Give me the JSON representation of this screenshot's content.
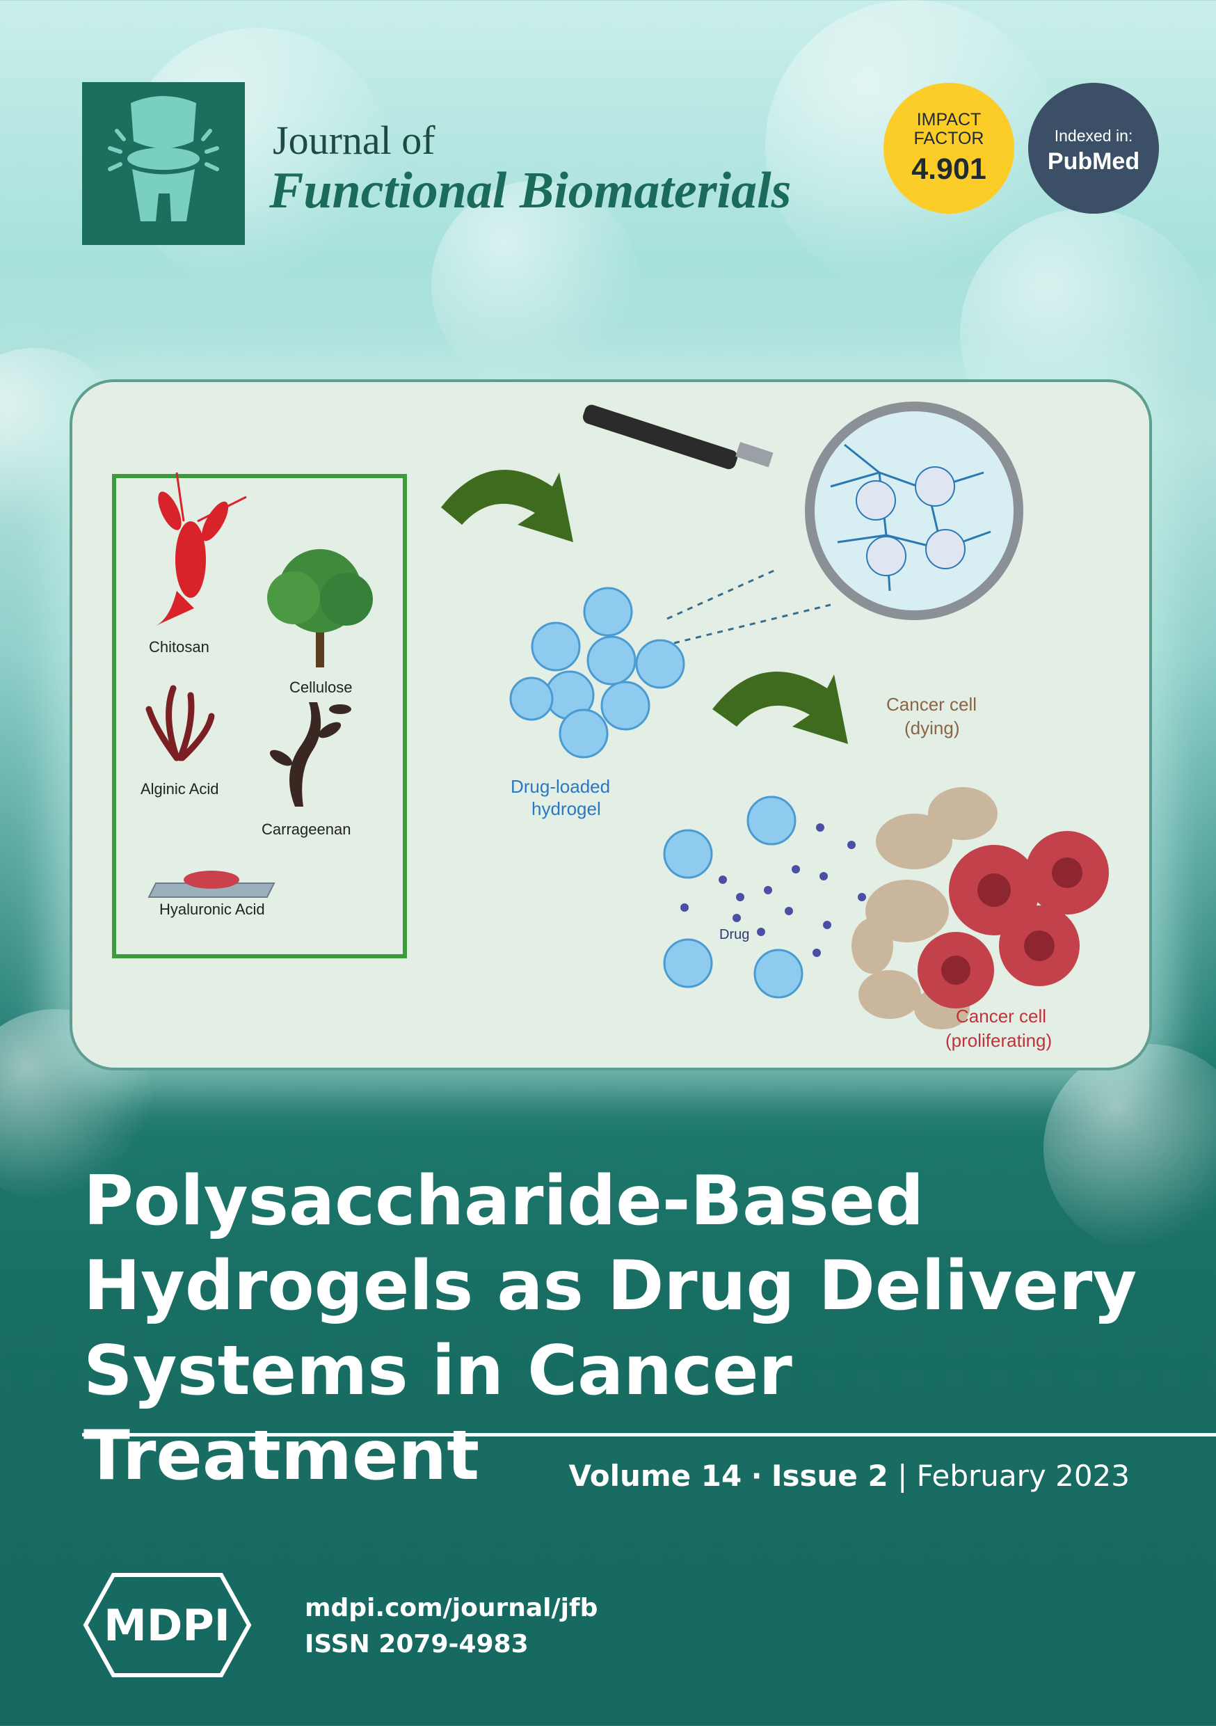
{
  "journal": {
    "line1": "Journal of",
    "line2": "Functional Biomaterials"
  },
  "badges": {
    "impact_label_1": "IMPACT",
    "impact_label_2": "FACTOR",
    "impact_value": "4.901",
    "indexed_label": "Indexed in:",
    "indexed_value": "PubMed"
  },
  "figure": {
    "sources": [
      "Chitosan",
      "Cellulose",
      "Alginic Acid",
      "Carrageenan",
      "Hyaluronic Acid"
    ],
    "hydrogel_label_1": "Drug-loaded",
    "hydrogel_label_2": "hydrogel",
    "drug_label": "Drug",
    "dying_label_1": "Cancer cell",
    "dying_label_2": "(dying)",
    "prolif_label_1": "Cancer cell",
    "prolif_label_2": "(proliferating)",
    "colors": {
      "arrow": "#3f6b1f",
      "frame": "#3d9a3a",
      "gel": "#7cc0ea",
      "dying": "#c4a78c",
      "prolif": "#c2414a"
    }
  },
  "title": {
    "line1": "Polysaccharide-Based",
    "line2": "Hydrogels as Drug Delivery",
    "line3": "Systems in Cancer Treatment"
  },
  "issue": {
    "volume": "Volume 14",
    "sep": "·",
    "issue": "Issue 2",
    "divider": "|",
    "date": "February 2023"
  },
  "publisher": {
    "logo_text": "MDPI",
    "url": "mdpi.com/journal/jfb",
    "issn": "ISSN 2079-4983"
  }
}
